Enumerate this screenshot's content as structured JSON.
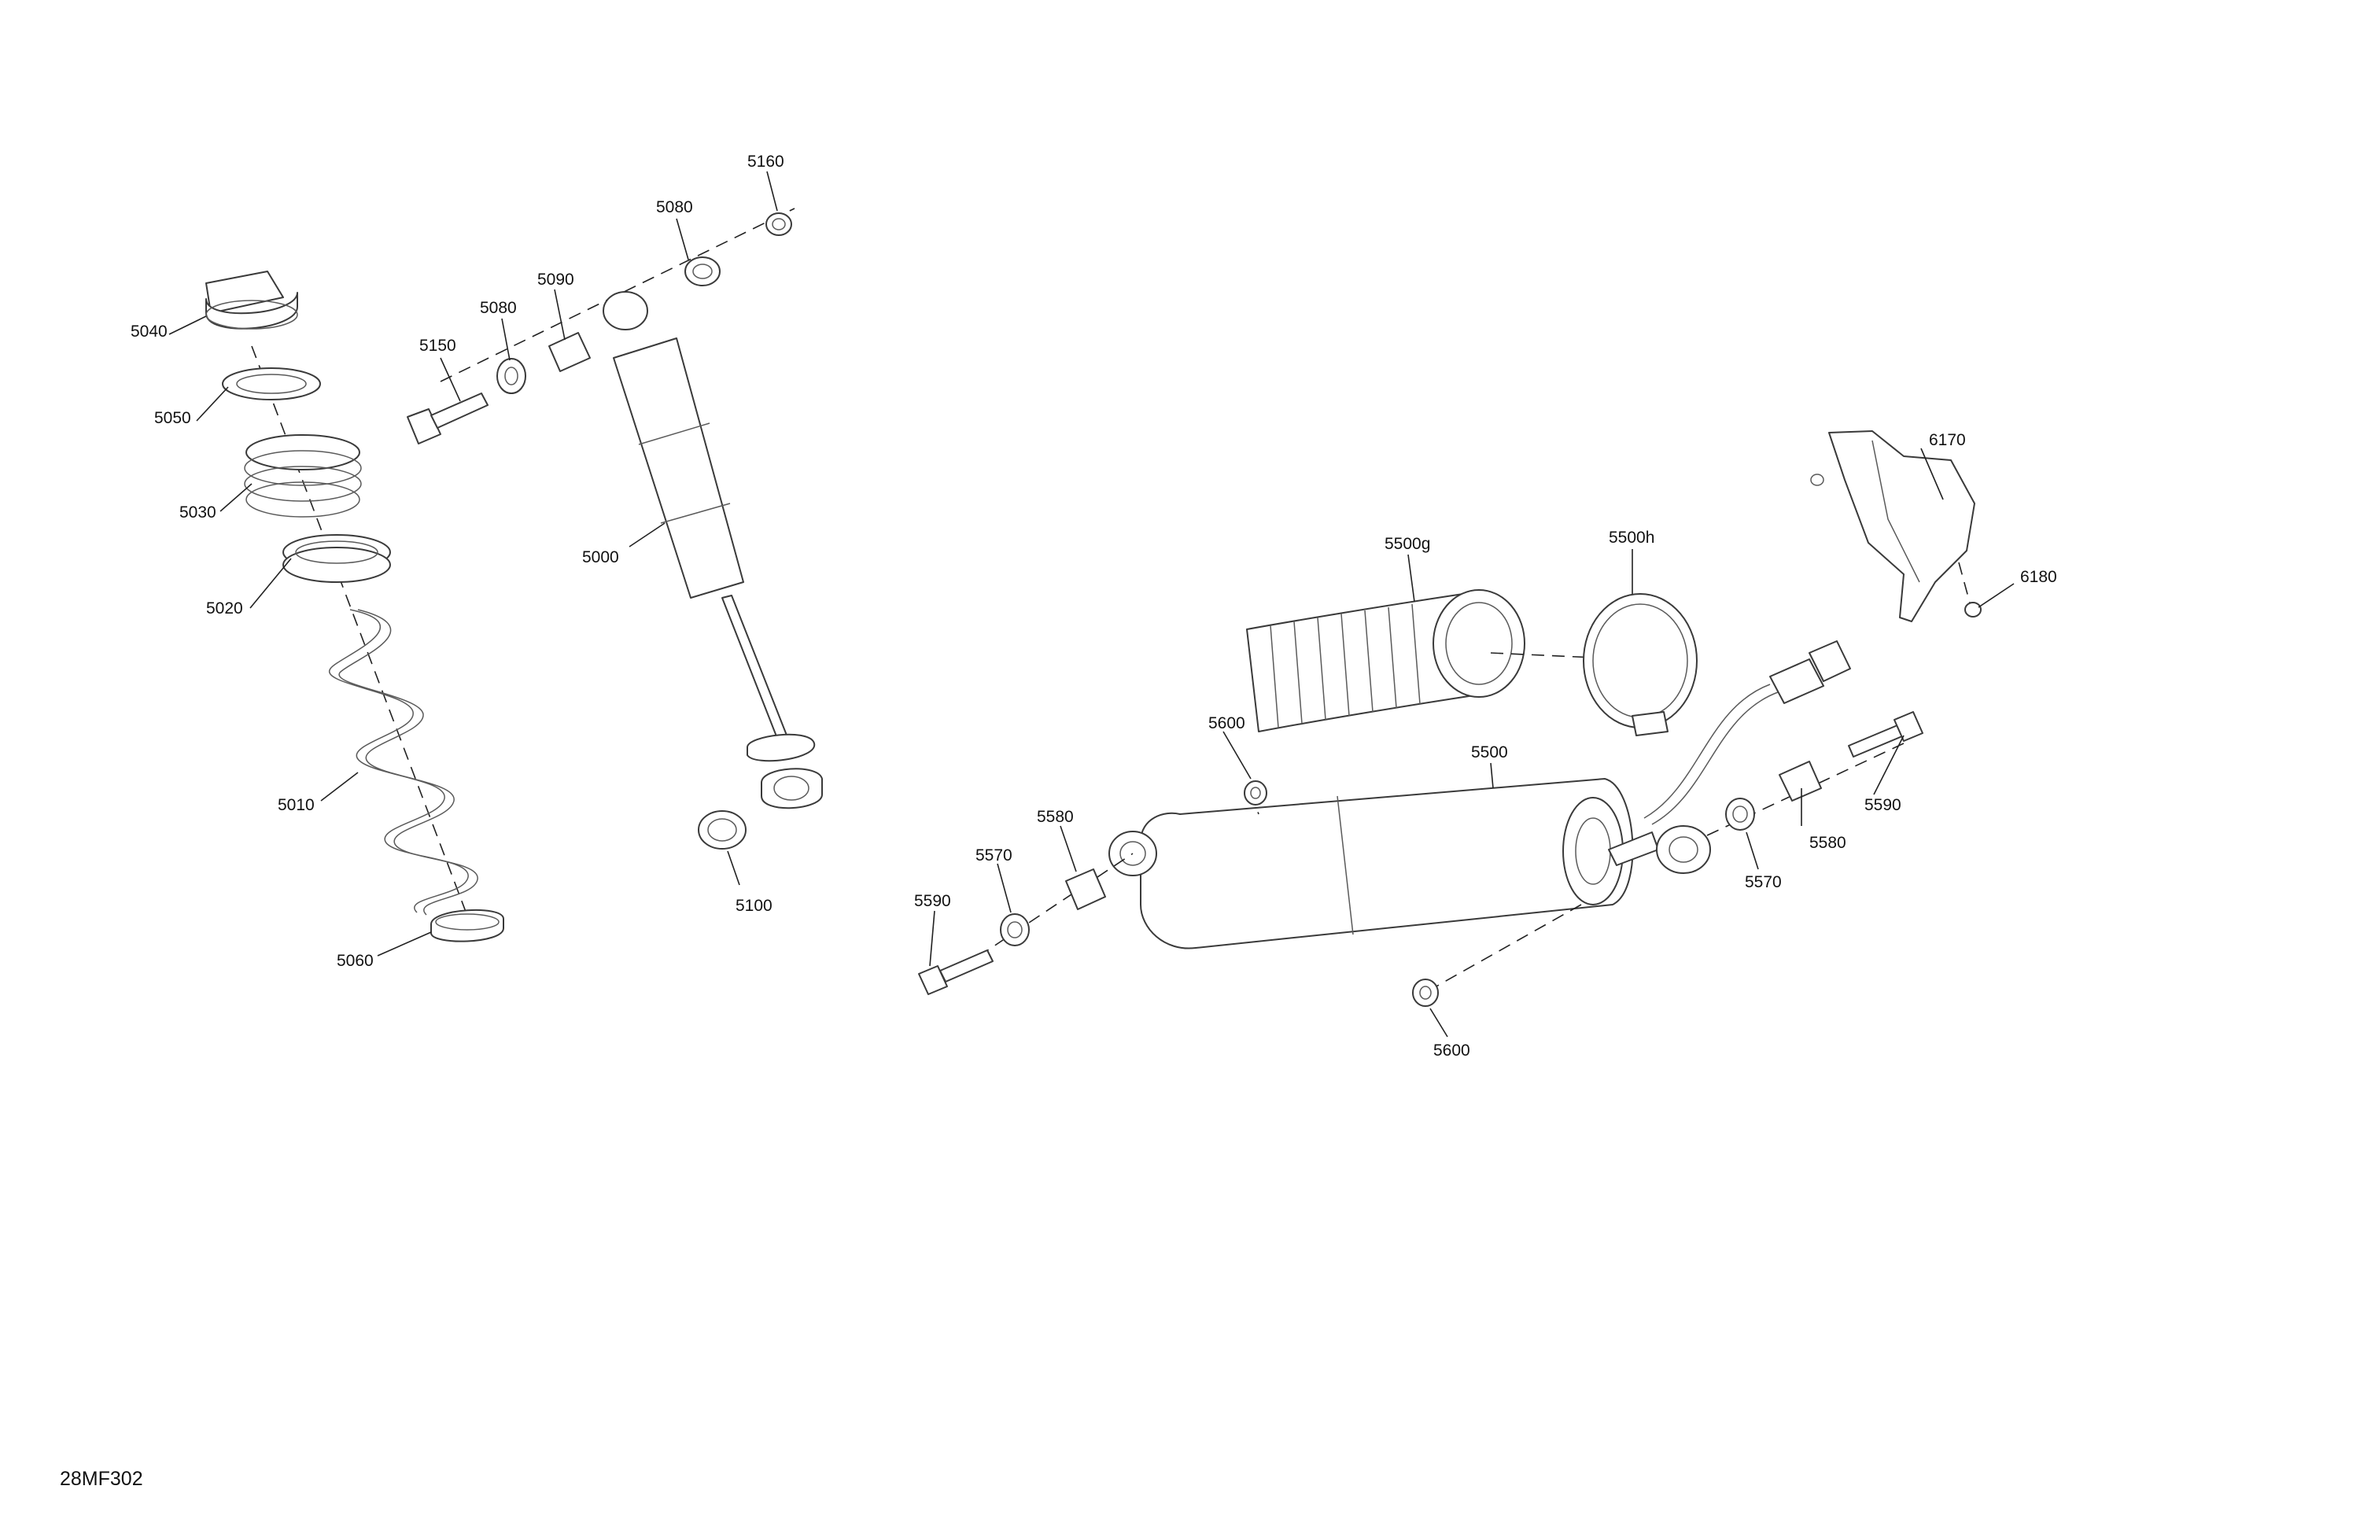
{
  "figure_code": "28MF302",
  "callouts": {
    "c5040": "5040",
    "c5050": "5050",
    "c5030": "5030",
    "c5020": "5020",
    "c5010": "5010",
    "c5060": "5060",
    "c5150": "5150",
    "c5080a": "5080",
    "c5090": "5090",
    "c5080b": "5080",
    "c5160": "5160",
    "c5000": "5000",
    "c5100": "5100",
    "c5500g": "5500g",
    "c5500h": "5500h",
    "c6170": "6170",
    "c6180": "6180",
    "c5600a": "5600",
    "c5500": "5500",
    "c5580a": "5580",
    "c5570a": "5570",
    "c5590a": "5590",
    "c5590b": "5590",
    "c5580b": "5580",
    "c5570b": "5570",
    "c5600b": "5600"
  }
}
